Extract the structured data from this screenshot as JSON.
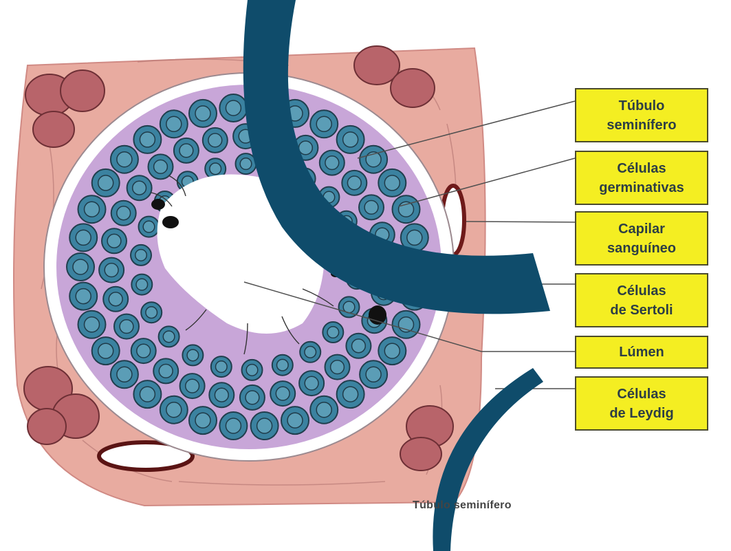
{
  "labels": [
    {
      "line1": "Túbulo",
      "line2": "seminífero"
    },
    {
      "line1": "Células",
      "line2": "germinativas"
    },
    {
      "line1": "Capilar",
      "line2": "sanguíneo"
    },
    {
      "line1": "Células",
      "line2": "de Sertoli"
    },
    {
      "line1": "Lúmen",
      "line2": ""
    },
    {
      "line1": "Células",
      "line2": "de Leydig"
    }
  ],
  "caption": "Túbulo seminífero",
  "colors": {
    "label_fill": "#f4ee22",
    "tissue": "#e8aba0",
    "germ_cells": "#3b82a0",
    "lumen": "#ffffff",
    "overlay_arc": "#0f4c6b"
  }
}
